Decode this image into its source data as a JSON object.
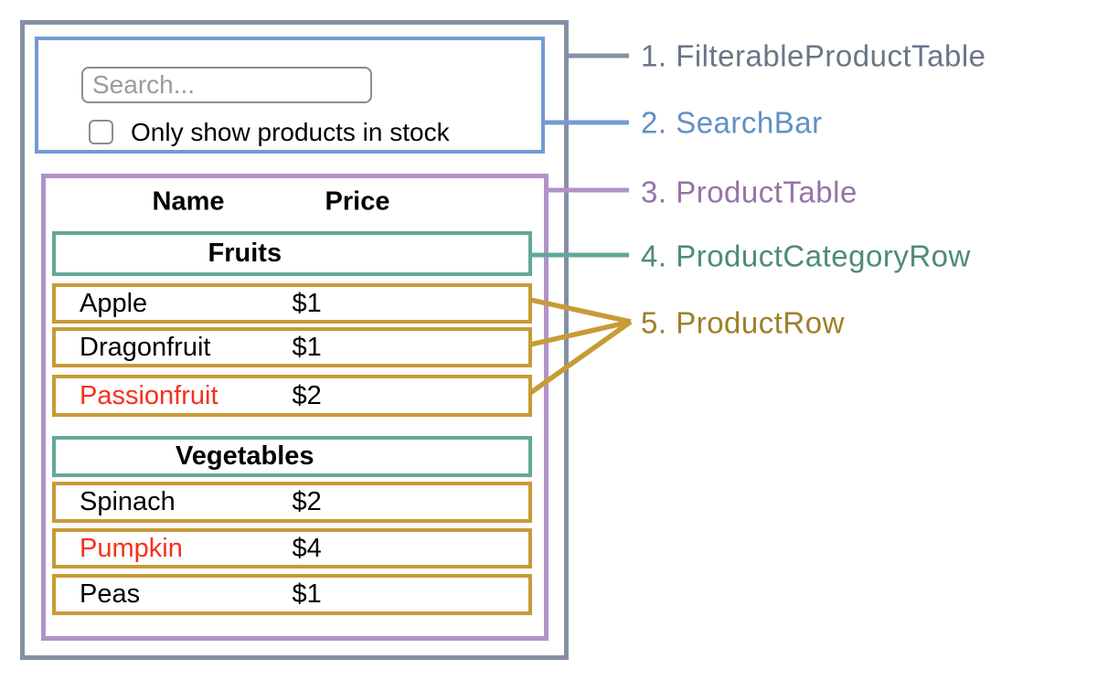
{
  "search_bar": {
    "input_placeholder": "Search...",
    "checkbox_label": "Only show products in stock",
    "checkbox_checked": false
  },
  "product_table": {
    "columns": [
      "Name",
      "Price"
    ],
    "sections": [
      {
        "category": "Fruits",
        "rows": [
          {
            "name": "Apple",
            "price": "$1"
          },
          {
            "name": "Dragonfruit",
            "price": "$1"
          },
          {
            "name": "Passionfruit",
            "price": "$2",
            "name_color": "#f5311d"
          }
        ]
      },
      {
        "category": "Vegetables",
        "rows": [
          {
            "name": "Spinach",
            "price": "$2"
          },
          {
            "name": "Pumpkin",
            "price": "$4",
            "name_color": "#f5311d"
          },
          {
            "name": "Peas",
            "price": "$1"
          }
        ]
      }
    ]
  },
  "legend": [
    {
      "text": "1. FilterableProductTable",
      "color": "#6a7689"
    },
    {
      "text": "2. SearchBar",
      "color": "#5f90c7"
    },
    {
      "text": "3. ProductTable",
      "color": "#9673a8"
    },
    {
      "text": "4. ProductCategoryRow",
      "color": "#4e8a7c"
    },
    {
      "text": "5. ProductRow",
      "color": "#9e8028"
    }
  ],
  "colors": {
    "filterable_product_table_border": "#8590a6",
    "search_bar_border": "#739bd3",
    "product_table_border": "#b192c9",
    "product_category_row_border": "#63a89a",
    "product_row_border": "#c79b35",
    "out_of_stock_text": "#f5311d",
    "input_border": "#8c8c8c",
    "placeholder_text": "#9b9b9b"
  }
}
